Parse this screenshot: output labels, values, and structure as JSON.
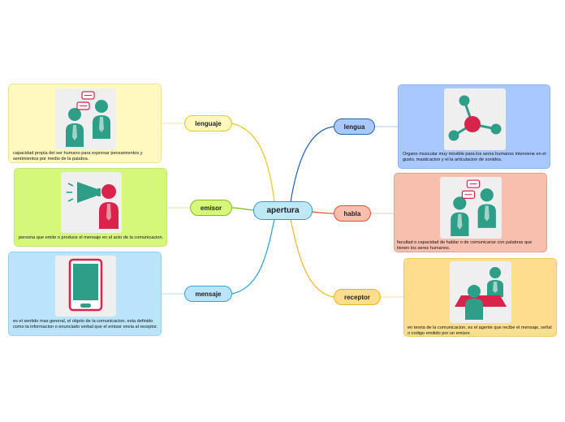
{
  "central": {
    "label": "apertura"
  },
  "topics": {
    "lenguaje": {
      "label": "lenguaje",
      "description": "capacidad propia del ser humano para expresar pensamientos y sentimientos por medio de la palabra.",
      "icon": "people-speech-icon"
    },
    "emisor": {
      "label": "emisor",
      "description": "persona que emite o produce el mensaje en el acto de la comunicacion.",
      "icon": "megaphone-person-icon"
    },
    "mensaje": {
      "label": "mensaje",
      "description": "es el sentido mas general, el objeto de la comunicacion. esta definido como la informacion o enunciado verbal que el emisor envia al receptor.",
      "icon": "tablet-icon"
    },
    "lengua": {
      "label": "lengua",
      "description": "Organo muscular muy movible para los seres humanos interviene en el gusto, masticacion y el la articulacion de sonidos.",
      "icon": "molecule-icon"
    },
    "habla": {
      "label": "habla",
      "description": "facultad o capacidad de hablar o de comunicarse con palabras que tienen los seres humanos.",
      "icon": "people-speech-icon"
    },
    "receptor": {
      "label": "receptor",
      "description": "en teoria de la comunicacion, es el agente que recibe el mensaje, señal o codigo emitido por un emisor.",
      "icon": "meeting-icon"
    }
  },
  "colors": {
    "teal": "#2e9e89",
    "red": "#d9234a",
    "lenguaje": "#fff9c0",
    "emisor": "#d6f87a",
    "mensaje": "#b9e4fb",
    "lengua": "#a8c8ff",
    "habla": "#f9bfae",
    "receptor": "#fdde8e"
  }
}
